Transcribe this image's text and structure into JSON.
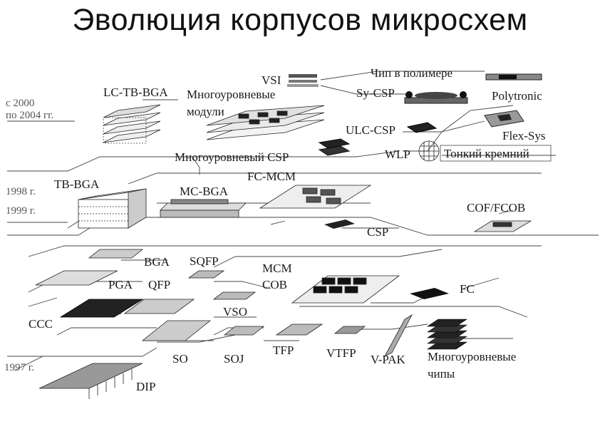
{
  "title": "Эволюция корпусов микросхем",
  "eras": {
    "e2000": "с 2000",
    "e2004": "по 2004 гг.",
    "e1998": "1998 г.",
    "e1999": "1999 г.",
    "e1997": "1997 г."
  },
  "labels": {
    "vsi": "VSI",
    "chip_polymer": "Чип в полимере",
    "lc_tb_bga": "LC-TB-BGA",
    "multi_modules_1": "Многоуровневые",
    "multi_modules_2": "модули",
    "sy_csp": "Sy-CSP",
    "polytronic": "Polytronic",
    "ulc_csp": "ULC-CSP",
    "flex_sys": "Flex-Sys",
    "multi_csp": "Многоуровневый CSP",
    "wlp": "WLP",
    "thin_silicon": "Тонкий кремний",
    "tb_bga": "TB-BGA",
    "fc_mcm": "FC-MCM",
    "mc_bga": "MC-BGA",
    "cof_fcob": "COF/FCOB",
    "csp": "CSP",
    "bga": "BGA",
    "sqfp": "SQFP",
    "mcm": "MCM",
    "pga": "PGA",
    "qfp": "QFP",
    "cob": "COB",
    "fc": "FC",
    "vso": "VSO",
    "ccc": "CCC",
    "so": "SO",
    "soj": "SOJ",
    "tfp": "TFP",
    "vtfp": "VTFP",
    "v_pak": "V-PAK",
    "multi_chips_1": "Многоуровневые",
    "multi_chips_2": "чипы",
    "dip": "DIP"
  }
}
